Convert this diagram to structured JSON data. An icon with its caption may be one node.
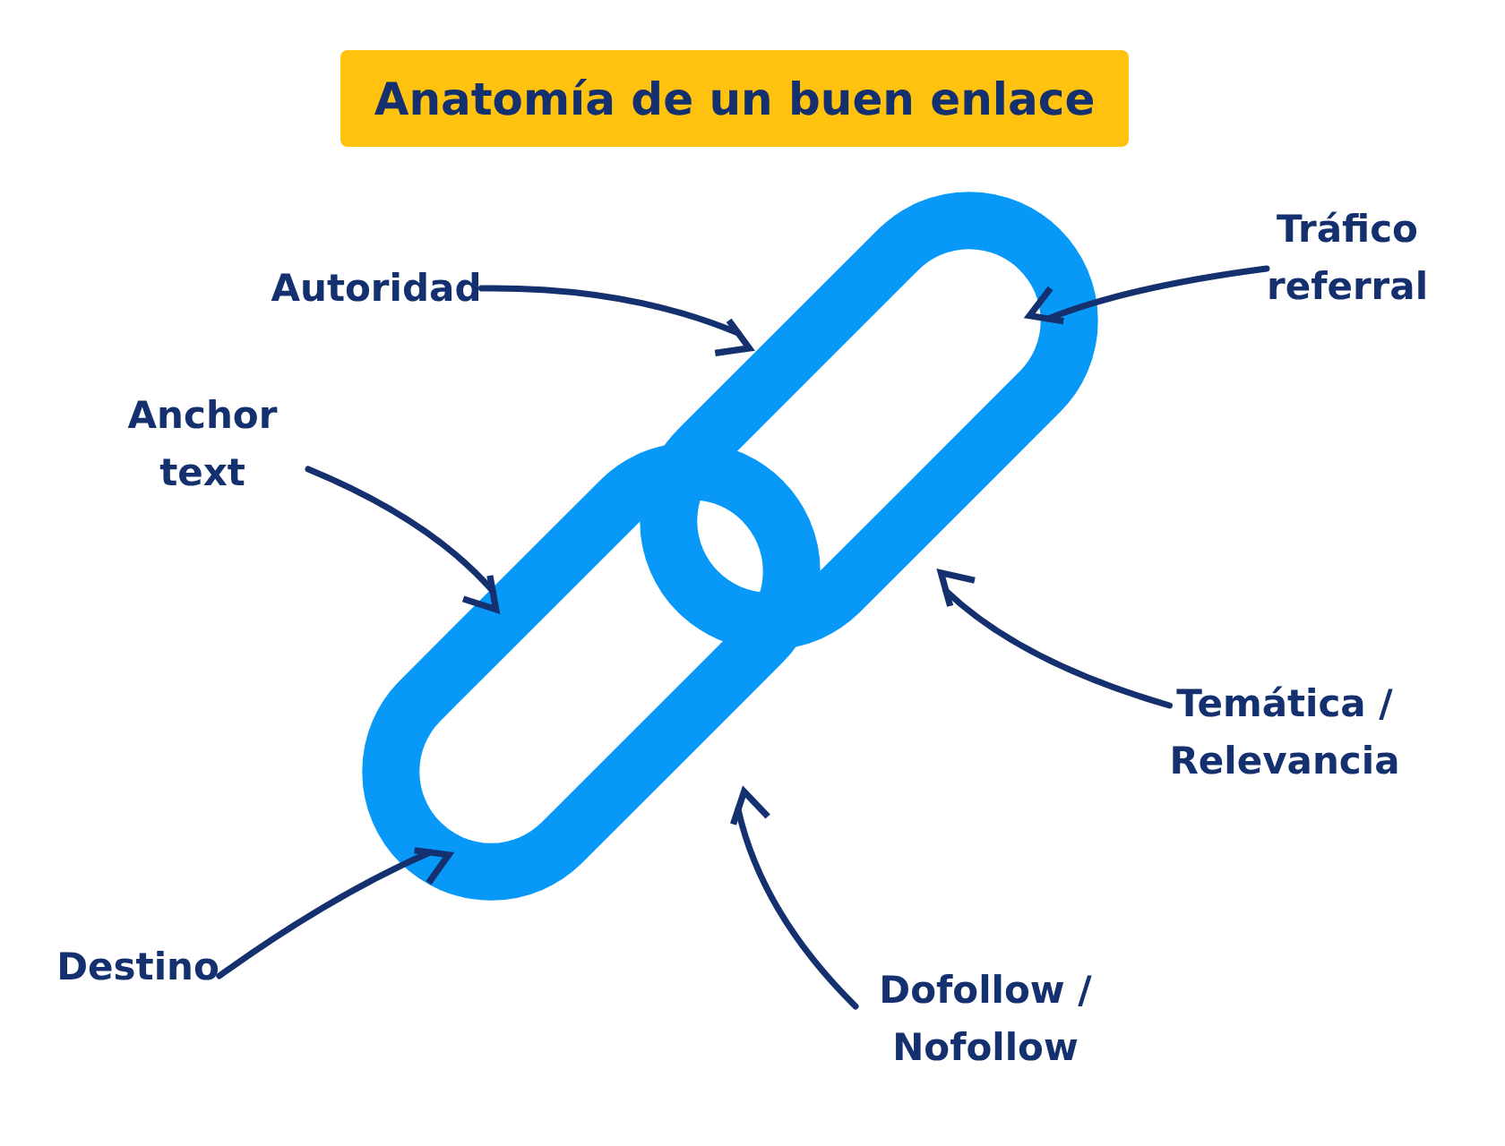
{
  "diagram": {
    "title": "Anatomía de un buen enlace",
    "nodes": [
      {
        "text": [
          "Autoridad"
        ]
      },
      {
        "text": [
          "Tráfico referral"
        ]
      },
      {
        "text": [
          "Anchor text"
        ]
      },
      {
        "text": [
          "Temática / Relevancia"
        ]
      },
      {
        "text": [
          "Destino"
        ]
      },
      {
        "text": [
          "Dofollow / Nofollow"
        ]
      },
      {
        "text": [],
        "shape": "picture"
      }
    ],
    "edges": [
      {
        "from": 0,
        "to": 6,
        "arrow": "to"
      },
      {
        "from": 1,
        "to": 6,
        "arrow": "to"
      },
      {
        "from": 2,
        "to": 6,
        "arrow": "to"
      },
      {
        "from": 3,
        "to": 6,
        "arrow": "to"
      },
      {
        "from": 4,
        "to": 6,
        "arrow": "to"
      },
      {
        "from": 5,
        "to": 6,
        "arrow": "to"
      }
    ]
  }
}
